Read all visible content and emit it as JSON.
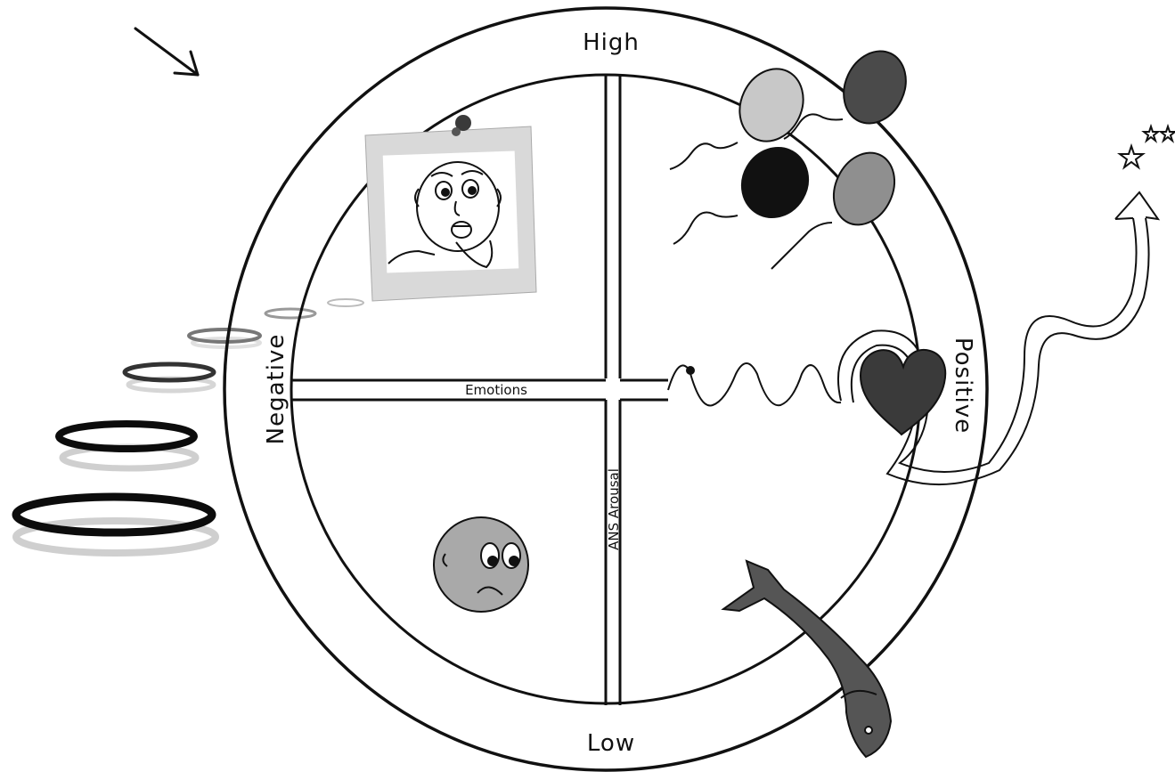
{
  "labels": {
    "top": "High",
    "bottom": "Low",
    "left": "Negative",
    "right": "Positive",
    "horizontal_axis": "Emotions",
    "vertical_axis": "ANS Arousal"
  },
  "colors": {
    "stroke": "#111111",
    "balloon_light": "#c8c8c8",
    "balloon_dark": "#4a4a4a",
    "balloon_black": "#111111",
    "balloon_mid": "#8f8f8f",
    "heart": "#3a3a3a",
    "sad_face": "#a9a9a9",
    "fish": "#555555",
    "note": "#d9d9d9"
  },
  "icons": [
    "arrow-icon",
    "sticky-note-icon",
    "pushpin-icon",
    "scared-face-icon",
    "balloon-icon",
    "heart-icon",
    "sad-face-icon",
    "fish-icon",
    "star-icon",
    "ring-icon"
  ]
}
